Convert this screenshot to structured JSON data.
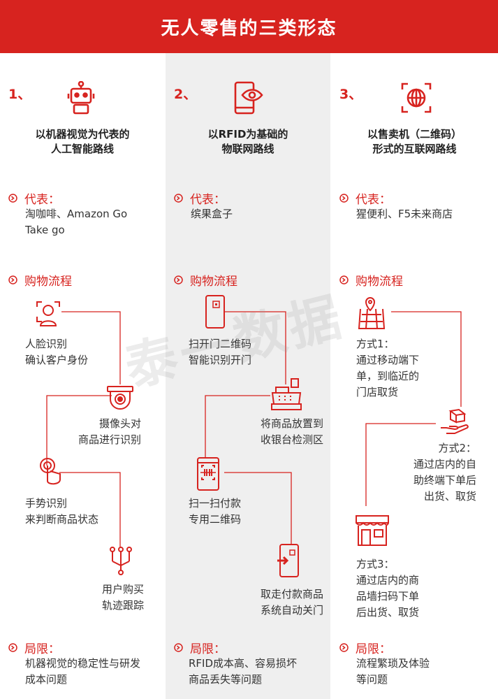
{
  "title": "无人零售的三类形态",
  "columns": [
    {
      "num": "1、",
      "title_line1": "以机器视觉为代表的",
      "title_line2": "人工智能路线",
      "rep_label": "代表：",
      "rep_text": "淘咖啡、Amazon Go\nTake go",
      "flow_label": "购物流程",
      "steps": [
        {
          "icon": "face-recognition-icon",
          "text": "人脸识别\n确认客户身份"
        },
        {
          "icon": "camera-icon",
          "text": "摄像头对\n商品进行识别"
        },
        {
          "icon": "gesture-icon",
          "text": "手势识别\n来判断商品状态"
        },
        {
          "icon": "track-icon",
          "text": "用户购买\n轨迹跟踪"
        }
      ],
      "limit_label": "局限：",
      "limit_text": "机器视觉的稳定性与研发\n成本问题"
    },
    {
      "num": "2、",
      "title_line1": "以RFID为基础的",
      "title_line2": "物联网路线",
      "rep_label": "代表：",
      "rep_text": "缤果盒子",
      "flow_label": "购物流程",
      "steps": [
        {
          "icon": "qr-door-icon",
          "text": "扫开门二维码\n智能识别开门"
        },
        {
          "icon": "cash-register-icon",
          "text": "将商品放置到\n收银台检测区"
        },
        {
          "icon": "scan-phone-icon",
          "text": "扫一扫付款\n专用二维码"
        },
        {
          "icon": "exit-door-icon",
          "text": "取走付款商品\n系统自动关门"
        }
      ],
      "limit_label": "局限：",
      "limit_text": "RFID成本高、容易损坏\n商品丢失等问题"
    },
    {
      "num": "3、",
      "title_line1": "以售卖机（二维码）",
      "title_line2": "形式的互联网路线",
      "rep_label": "代表：",
      "rep_text": "猩便利、F5未来商店",
      "flow_label": "购物流程",
      "steps": [
        {
          "icon": "map-pin-icon",
          "text": "方式1：\n通过移动端下\n单，到临近的\n门店取货"
        },
        {
          "icon": "hand-box-icon",
          "text": "方式2：\n通过店内的自\n助终端下单后\n出货、取货"
        },
        {
          "icon": "store-icon",
          "text": "方式3：\n通过店内的商\n品墙扫码下单\n后出货、取货"
        }
      ],
      "limit_label": "局限：",
      "limit_text": "流程繁琐及体验\n等问题"
    }
  ],
  "watermark": "泰一数据",
  "colors": {
    "accent": "#d7231f",
    "mid_bg": "#efefef",
    "text": "#333333"
  }
}
